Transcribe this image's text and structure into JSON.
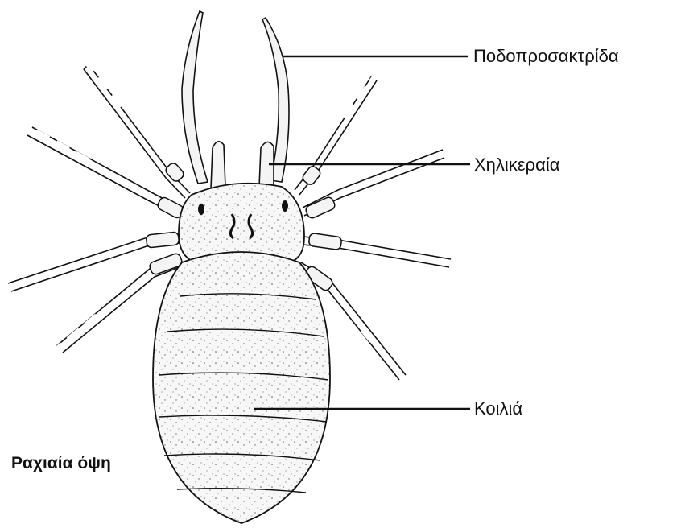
{
  "labels": {
    "pedipalp": "Ποδοπροσακτρίδα",
    "chelicerae": "Χηλικεραία",
    "abdomen": "Κοιλιά"
  },
  "view_caption": "Ραχιαία όψη",
  "colors": {
    "ink": "#111111",
    "body_fill": "#f7f7f7",
    "background": "#ffffff"
  }
}
